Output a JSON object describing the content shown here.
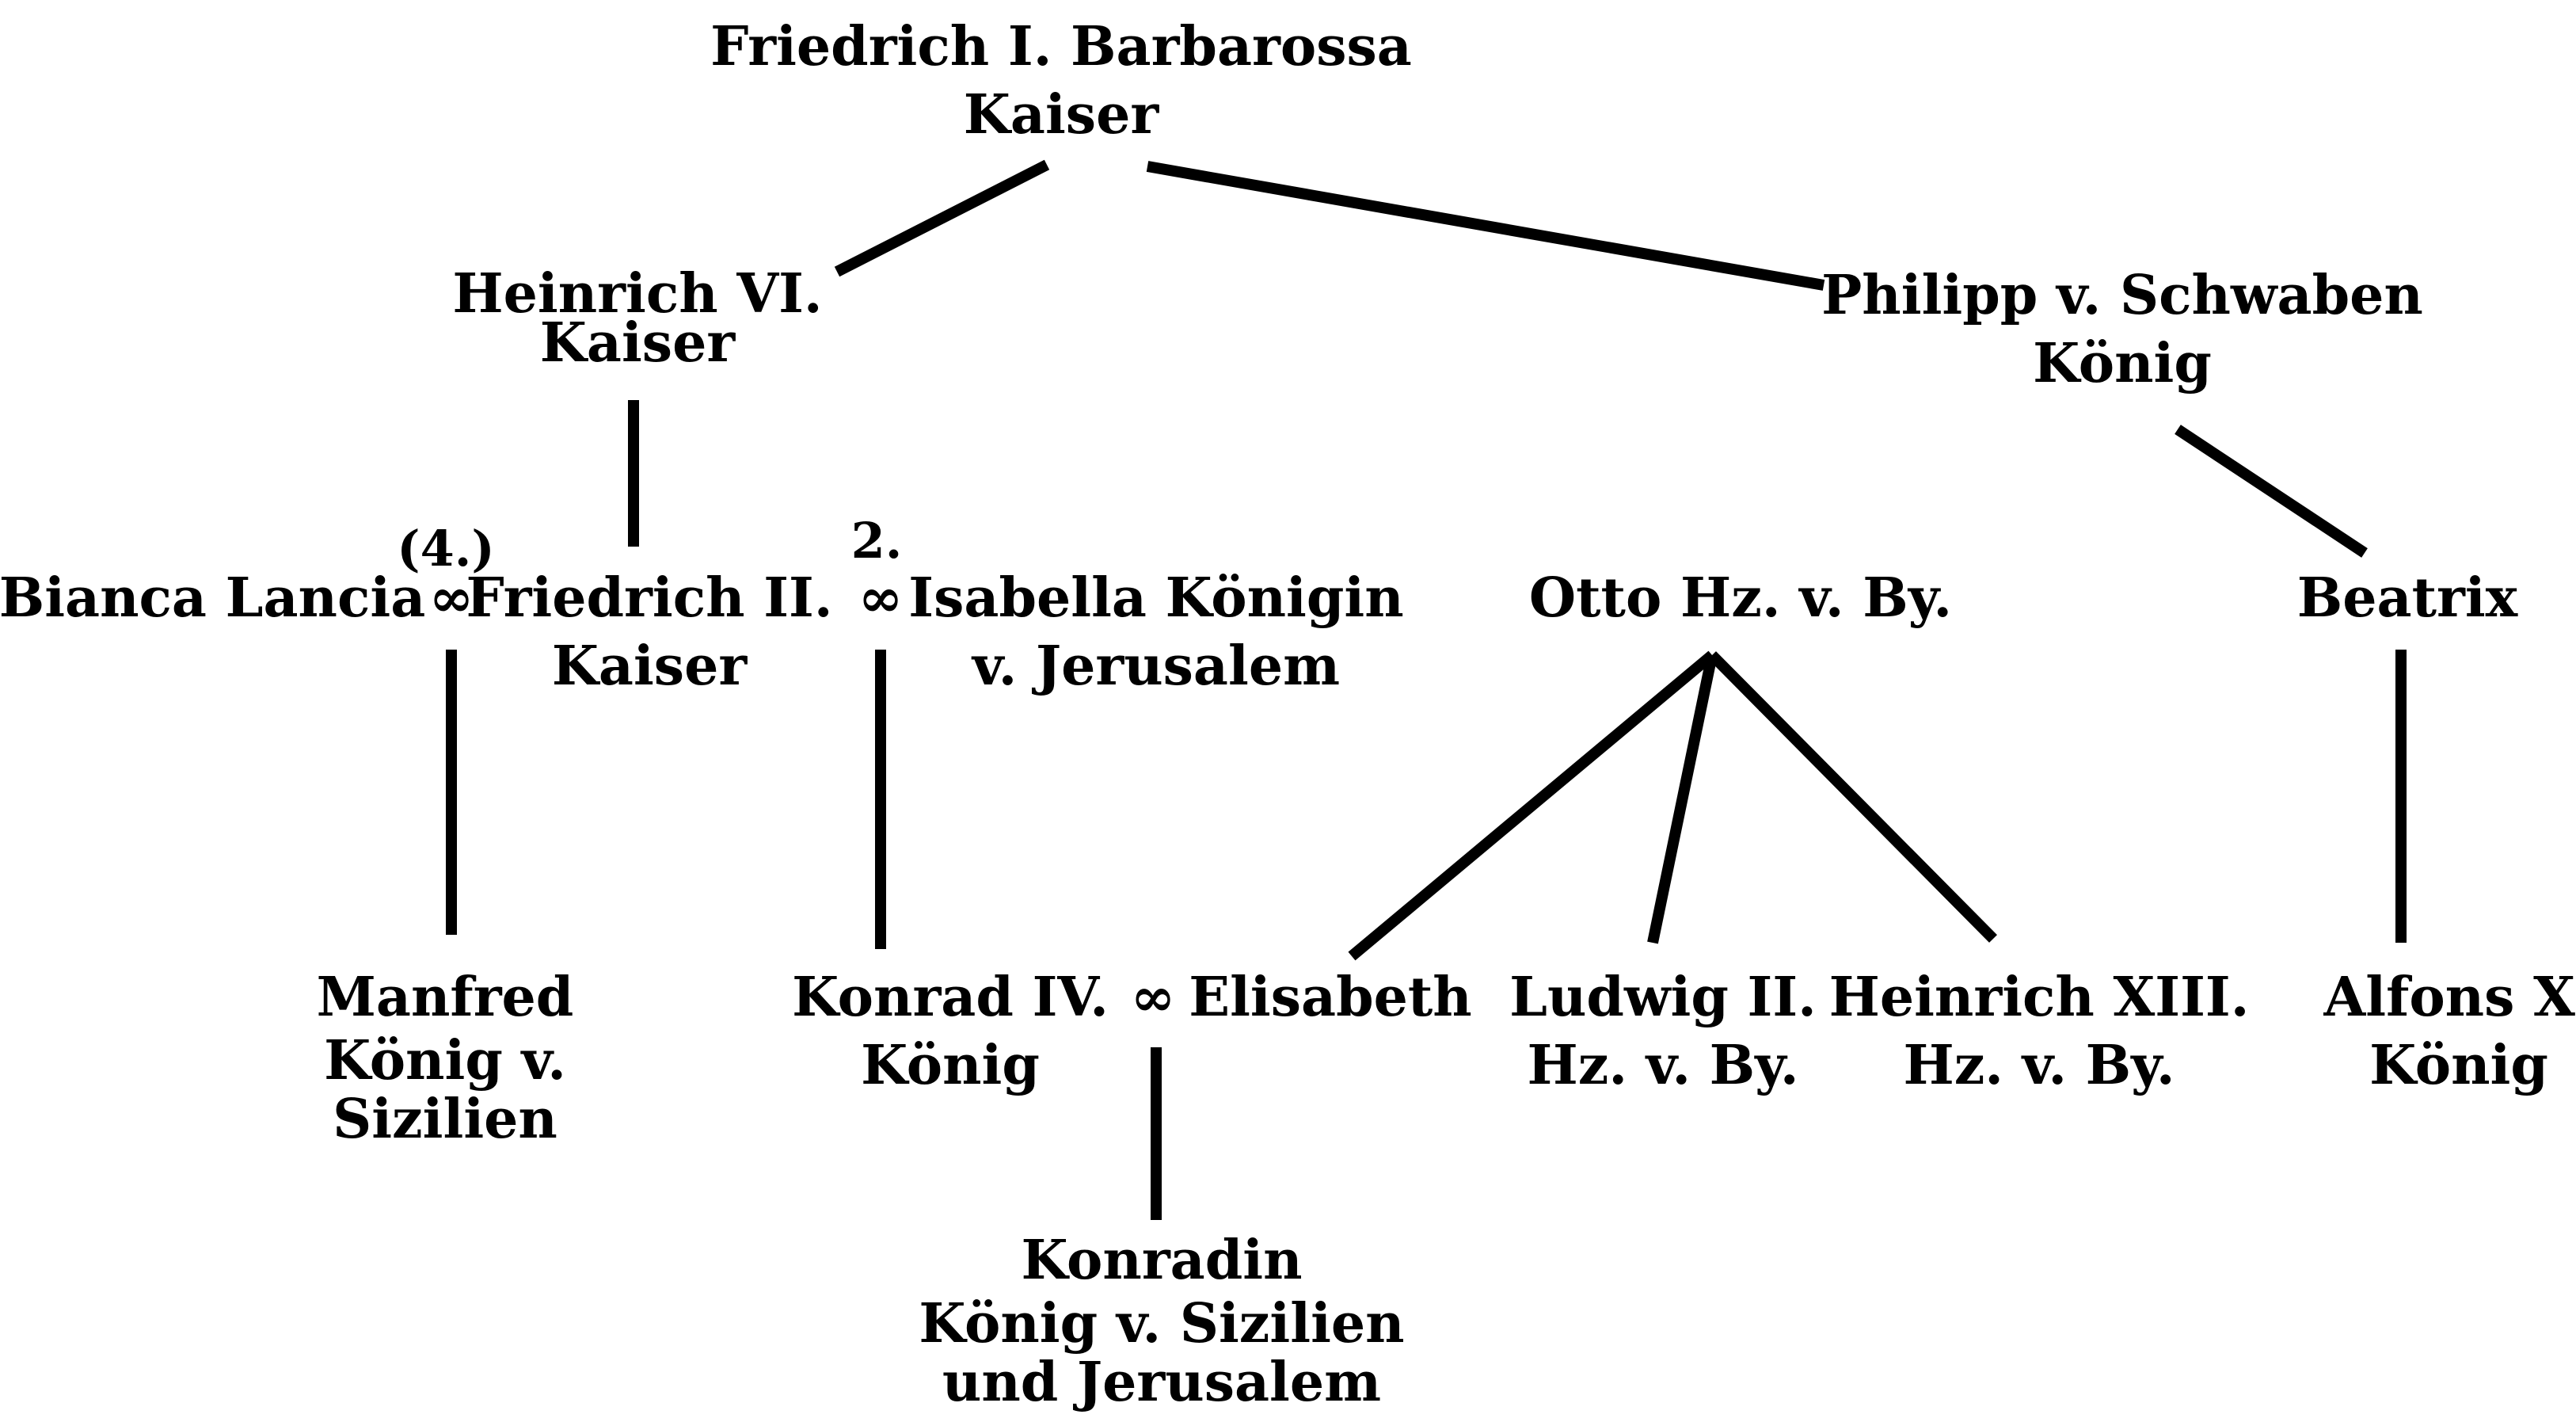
{
  "nodes": {
    "barbarossa": {
      "name": "Friedrich I. Barbarossa",
      "title": "Kaiser"
    },
    "heinrich_vi": {
      "name": "Heinrich VI.",
      "title": "Kaiser"
    },
    "philipp": {
      "name": "Philipp v. Schwaben",
      "title": "König"
    },
    "bianca": {
      "name": "Bianca Lancia"
    },
    "friedrich_ii": {
      "name": "Friedrich II.",
      "title": "Kaiser"
    },
    "isabella": {
      "name": "Isabella Königin",
      "title": "v. Jerusalem"
    },
    "otto": {
      "name": "Otto Hz. v. By."
    },
    "beatrix": {
      "name": "Beatrix"
    },
    "manfred": {
      "name": "Manfred",
      "title": "König v.",
      "title2": "Sizilien"
    },
    "konrad_iv": {
      "name": "Konrad IV.",
      "title": "König"
    },
    "elisabeth": {
      "name": "Elisabeth"
    },
    "ludwig_ii": {
      "name": "Ludwig II.",
      "title": "Hz. v. By."
    },
    "heinrich_xiii": {
      "name": "Heinrich XIII.",
      "title": "Hz. v. By."
    },
    "alfons_x": {
      "name": "Alfons X.",
      "title": "König"
    },
    "konradin": {
      "name": "Konradin",
      "title": "König v. Sizilien",
      "title2": "und Jerusalem"
    }
  },
  "marriages": {
    "bianca_friedrich": {
      "symbol": "∞",
      "note": "(4.)"
    },
    "friedrich_isabella": {
      "symbol": "∞",
      "note": "2."
    },
    "konrad_elisabeth": {
      "symbol": "∞"
    }
  }
}
